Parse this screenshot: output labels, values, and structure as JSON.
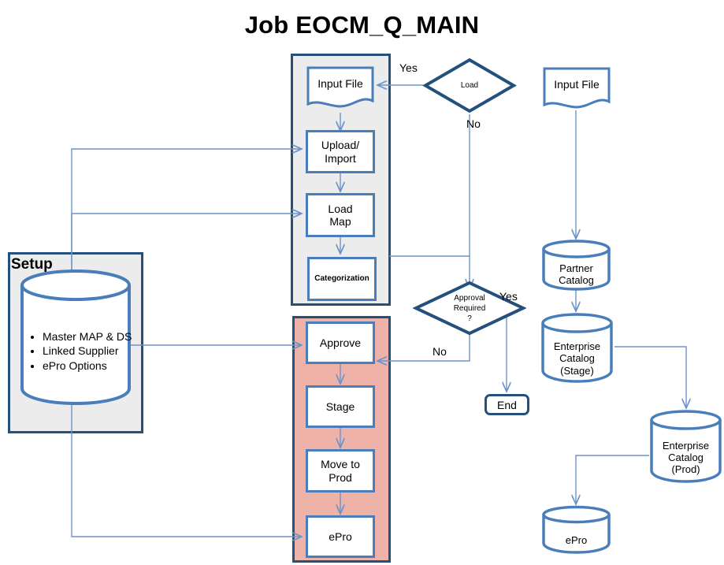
{
  "title": "Job EOCM_Q_MAIN",
  "colors": {
    "shape_border": "#4a7ebb",
    "panel_border": "#24507c",
    "panel_gray": "#ececec",
    "panel_pink": "#eeb2a9",
    "connector": "#6b93c9"
  },
  "setup": {
    "label": "Setup",
    "bullets": [
      "Master MAP & DS",
      "Linked Supplier",
      "ePro Options"
    ]
  },
  "center_top": {
    "input_file": "Input File",
    "upload_import": "Upload/\nImport",
    "upload_import_line1": "Upload/",
    "upload_import_line2": "Import",
    "load_map_line1": "Load",
    "load_map_line2": "Map",
    "categorization": "Categorization"
  },
  "center_bottom": {
    "approve": "Approve",
    "stage": "Stage",
    "move_to_prod_line1": "Move to",
    "move_to_prod_line2": "Prod",
    "epro": "ePro"
  },
  "decisions": {
    "load": "Load",
    "load_yes": "Yes",
    "load_no": "No",
    "approval_line1": "Approval",
    "approval_line2": "Required",
    "approval_line3": "?",
    "approval_yes": "Yes",
    "approval_no": "No",
    "end": "End"
  },
  "right_column": {
    "input_file": "Input File",
    "partner_catalog_line1": "Partner",
    "partner_catalog_line2": "Catalog",
    "ent_stage_line1": "Enterprise",
    "ent_stage_line2": "Catalog",
    "ent_stage_line3": "(Stage)",
    "ent_prod_line1": "Enterprise",
    "ent_prod_line2": "Catalog",
    "ent_prod_line3": "(Prod)",
    "epro": "ePro"
  }
}
